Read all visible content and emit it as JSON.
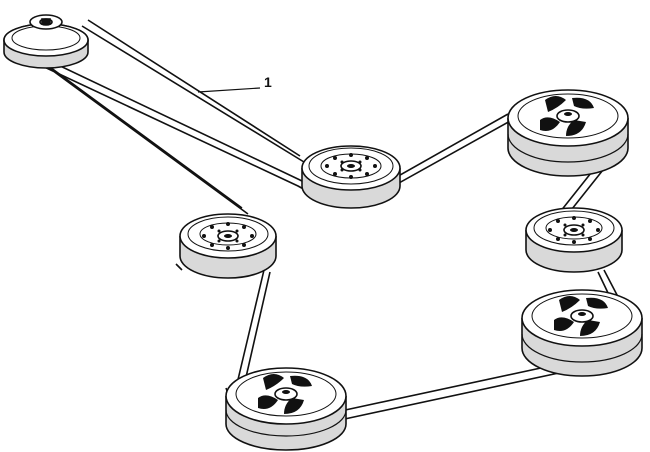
{
  "diagram": {
    "callouts": [
      {
        "label": "1",
        "target": "drive-belt"
      }
    ],
    "colors": {
      "ink": "#111111",
      "paper": "#ffffff",
      "shade": "#d9d9d9"
    },
    "parts": [
      {
        "name": "engine-pulley",
        "kind": "plain"
      },
      {
        "name": "idler-pulley-center",
        "kind": "idler"
      },
      {
        "name": "idler-pulley-left",
        "kind": "idler"
      },
      {
        "name": "idler-pulley-right",
        "kind": "idler"
      },
      {
        "name": "spindle-pulley-top-right",
        "kind": "spindle"
      },
      {
        "name": "spindle-pulley-bottom-right",
        "kind": "spindle"
      },
      {
        "name": "spindle-pulley-bottom-left",
        "kind": "spindle"
      },
      {
        "name": "drive-belt",
        "kind": "belt"
      }
    ]
  }
}
